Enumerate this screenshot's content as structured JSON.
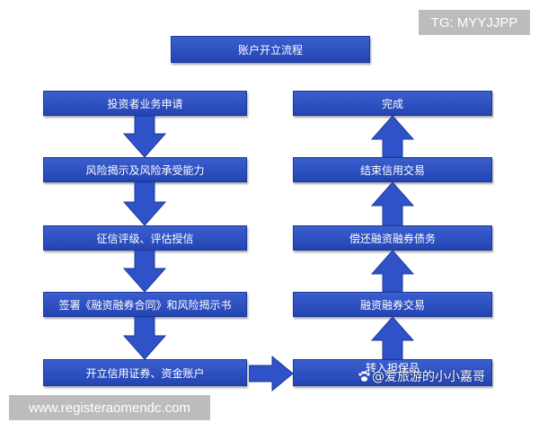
{
  "title": "账户开立流程",
  "left_steps": [
    "投资者业务申请",
    "风险揭示及风险承受能力",
    "征信评级、评估授信",
    "签署《融资融券合同》和风险揭示书",
    "开立信用证券、资金账户"
  ],
  "right_steps": [
    "完成",
    "结束信用交易",
    "偿还融资融券债务",
    "融资融券交易",
    "转入担保品"
  ],
  "watermark_top": "TG: MYYJJPP",
  "watermark_bottom": "www.registeraomendc.com",
  "handle": "@爱旅游的小小嘉哥",
  "colors": {
    "box": "#2f4fc1",
    "arrow": "#2f52c8"
  }
}
